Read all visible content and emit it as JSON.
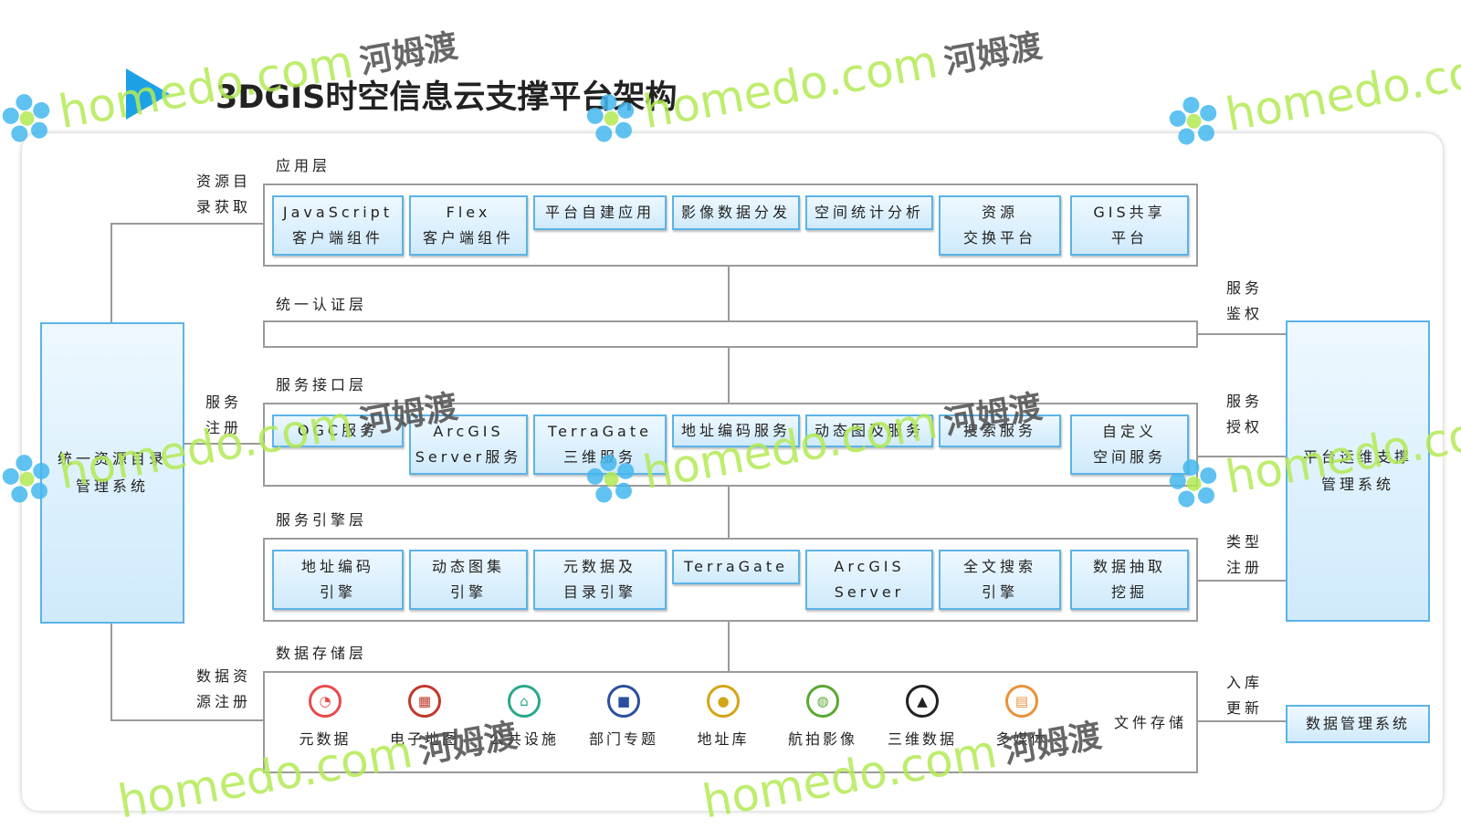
{
  "title": "3DGIS时空信息云支撑平台架构",
  "colors": {
    "accent": "#1da1e6",
    "node_fill": "#d6eefc",
    "node_border": "#5cb3e6",
    "line": "#9a9a9a",
    "watermark_green": "#b3ea55"
  },
  "layers": {
    "application": {
      "label": "应用层",
      "nodes": [
        "JavaScript\n客户端组件",
        "Flex\n客户端组件",
        "平台自建应用",
        "影像数据分发",
        "空间统计分析",
        "资源\n交换平台",
        "GIS共享\n平台"
      ]
    },
    "auth": {
      "label": "统一认证层"
    },
    "service_interface": {
      "label": "服务接口层",
      "nodes": [
        "OGC服务",
        "ArcGIS\nServer服务",
        "TerraGate\n三维服务",
        "地址编码服务",
        "动态图及服务",
        "搜索服务",
        "自定义\n空间服务"
      ]
    },
    "service_engine": {
      "label": "服务引擎层",
      "nodes": [
        "地址编码\n引擎",
        "动态图集\n引擎",
        "元数据及\n目录引擎",
        "TerraGate",
        "ArcGIS\nServer",
        "全文搜索\n引擎",
        "数据抽取\n挖掘"
      ]
    },
    "storage": {
      "label": "数据存储层",
      "items": [
        {
          "label": "元数据",
          "icon": "pie-chart-icon",
          "color": "#e84a4a"
        },
        {
          "label": "电子地图",
          "icon": "map-icon",
          "color": "#c0392b"
        },
        {
          "label": "公共设施",
          "icon": "home-icon",
          "color": "#2aa88a"
        },
        {
          "label": "部门专题",
          "icon": "briefcase-icon",
          "color": "#2b4fa0"
        },
        {
          "label": "地址库",
          "icon": "location-pin-icon",
          "color": "#d4a514"
        },
        {
          "label": "航拍影像",
          "icon": "globe-icon",
          "color": "#5aa832"
        },
        {
          "label": "三维数据",
          "icon": "pyramid-icon",
          "color": "#222222"
        },
        {
          "label": "多媒体",
          "icon": "keyboard-icon",
          "color": "#e8923a"
        }
      ],
      "file_storage": "文件存储"
    }
  },
  "left_system": "统一资源目录\n管理系统",
  "right_system": "平台运维支撑\n管理系统",
  "data_mgmt": "数据管理系统",
  "left_labels": {
    "resource_catalog": "资源目\n录获取",
    "service_register": "服务\n注册",
    "data_register": "数据资\n源注册"
  },
  "right_labels": {
    "service_auth": "服务\n鉴权",
    "service_grant": "服务\n授权",
    "type_register": "类型\n注册",
    "ingest_update": "入库\n更新"
  },
  "watermark": {
    "en": "homedo.com",
    "cn": "河姆渡"
  }
}
